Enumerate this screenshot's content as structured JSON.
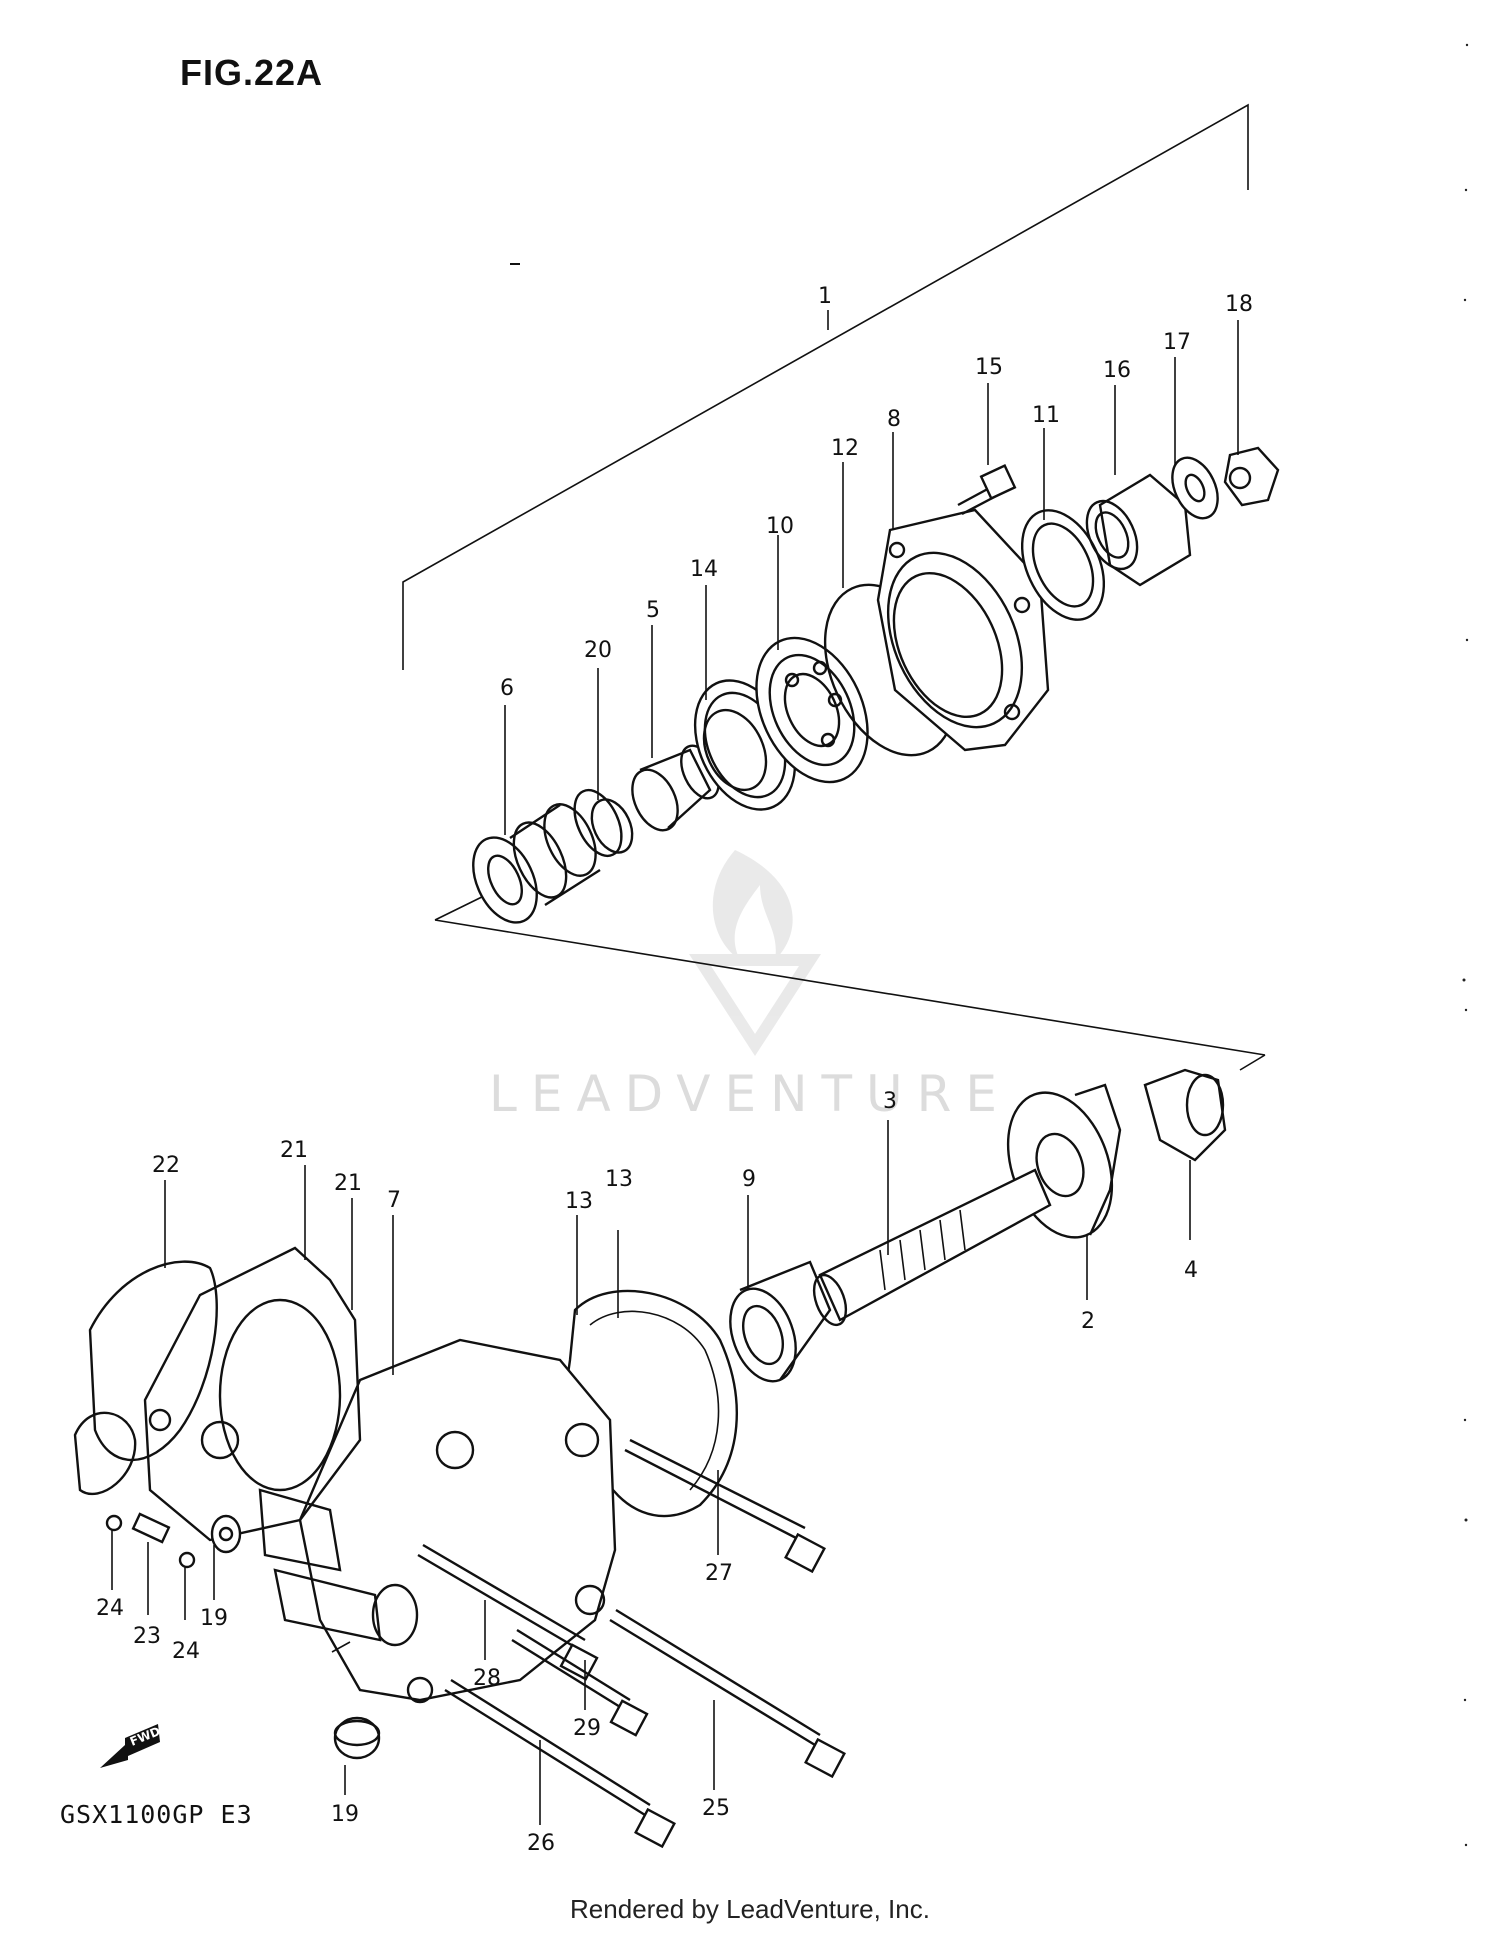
{
  "figure_title": "FIG.22A",
  "model_label": "GSX1100GP  E3",
  "rendered_by": "Rendered by LeadVenture, Inc.",
  "watermark": "LEADVENTURE",
  "fwd_label": "FWD",
  "callouts": {
    "c1": "1",
    "c2": "2",
    "c3": "3",
    "c4": "4",
    "c5": "5",
    "c6": "6",
    "c7": "7",
    "c8": "8",
    "c9": "9",
    "c10": "10",
    "c11": "11",
    "c12": "12",
    "c13a": "13",
    "c13b": "13",
    "c14": "14",
    "c15": "15",
    "c16": "16",
    "c17": "17",
    "c18": "18",
    "c19a": "19",
    "c19b": "19",
    "c20": "20",
    "c21a": "21",
    "c21b": "21",
    "c22": "22",
    "c23": "23",
    "c24a": "24",
    "c24b": "24",
    "c25": "25",
    "c26": "26",
    "c27": "27",
    "c28": "28",
    "c29": "29"
  },
  "colors": {
    "line": "#111111",
    "watermark": "#dcdcdc",
    "background": "#ffffff"
  },
  "icons": {
    "fwd_arrow": "fwd-arrow-icon",
    "logo": "leadventure-flame-logo"
  }
}
